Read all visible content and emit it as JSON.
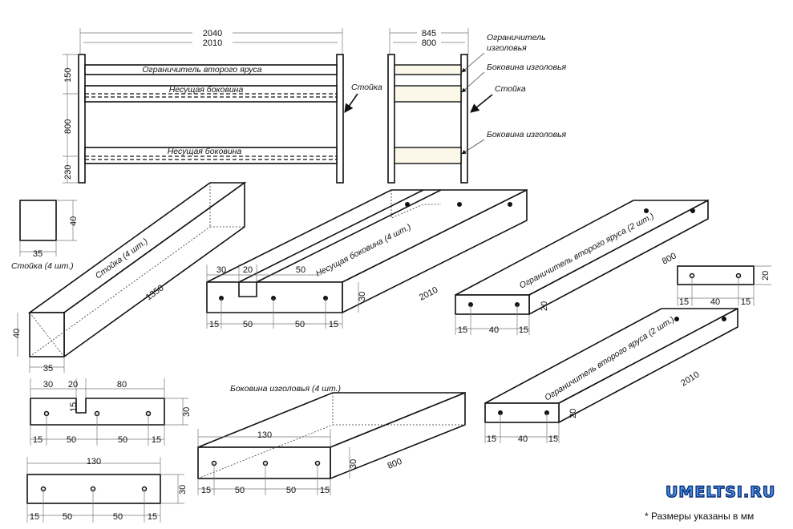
{
  "front_view": {
    "dim_total": "2040",
    "dim_inner": "2010",
    "dim_top": "150",
    "dim_middle": "800",
    "dim_bottom": "230",
    "label_limiter": "Ограничитель второго яруса",
    "label_rail_top": "Несущая боковина",
    "label_rail_bottom": "Несущая боковина",
    "label_post": "Стойка"
  },
  "side_view": {
    "dim_total": "845",
    "dim_inner": "800",
    "label_limiter_line1": "Ограничитель",
    "label_limiter_line2": "изголовья",
    "label_side_top": "Боковина изголовья",
    "label_post": "Стойка",
    "label_side_bottom": "Боковина изголовья"
  },
  "post_section": {
    "width": "35",
    "height": "40",
    "caption": "Стойка (4 шт.)"
  },
  "post_iso": {
    "label": "Стойка (4 шт.)",
    "length": "1350",
    "height": "40",
    "width": "35"
  },
  "rail_iso": {
    "label": "Несущая боковина (4 шт.)",
    "length": "2010",
    "height": "30",
    "top_dims": [
      "30",
      "20",
      "50"
    ],
    "bottom_dims": [
      "15",
      "50",
      "50",
      "15"
    ]
  },
  "limiter_800": {
    "label": "Ограничитель второго яруса (2 шт.)",
    "length": "800",
    "height": "20",
    "dims": [
      "15",
      "40",
      "15"
    ]
  },
  "limiter_end": {
    "height": "20",
    "dims": [
      "15",
      "40",
      "15"
    ]
  },
  "limiter_2010": {
    "label": "Ограничитель второго яруса (2 шт.)",
    "length": "2010",
    "height": "20",
    "dims": [
      "15",
      "40",
      "15"
    ]
  },
  "rail_front": {
    "top_dims": [
      "30",
      "20",
      "80"
    ],
    "notch": "15",
    "bottom_dims": [
      "15",
      "50",
      "50",
      "15"
    ],
    "height": "30"
  },
  "head_iso": {
    "label": "Боковина изголовья (4 шт.)",
    "width": "130",
    "height": "30",
    "length": "800",
    "dims": [
      "15",
      "50",
      "50",
      "15"
    ]
  },
  "head_front": {
    "width": "130",
    "height": "30",
    "dims": [
      "15",
      "50",
      "50",
      "15"
    ]
  },
  "footnote": "* Размеры указаны в мм",
  "watermark": "UMELTSI.RU"
}
